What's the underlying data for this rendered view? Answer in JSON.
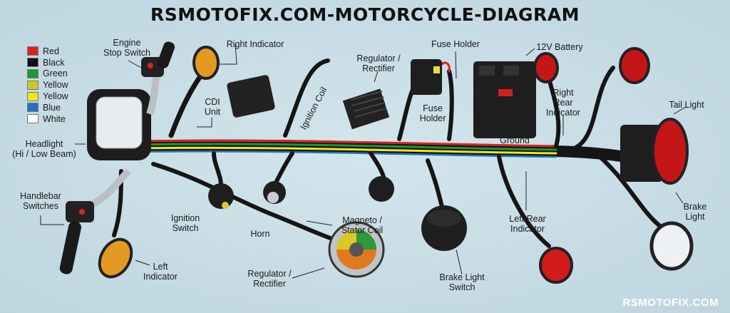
{
  "title": "RSMOTOFIX.COM-MOTORCYCLE-DIAGRAM",
  "legend": [
    {
      "label": "Red",
      "color": "#e02020"
    },
    {
      "label": "Black",
      "color": "#111111"
    },
    {
      "label": "Green",
      "color": "#169a3c"
    },
    {
      "label": "Yellow",
      "color": "#c8c82a"
    },
    {
      "label": "Yellow",
      "color": "#f5e514"
    },
    {
      "label": "Blue",
      "color": "#1f72c6"
    },
    {
      "label": "White",
      "color": "#ffffff"
    }
  ],
  "labels": {
    "engine_stop_switch": [
      "Engine",
      "Stop Switch"
    ],
    "right_indicator": "Right Indicator",
    "cdi_unit": [
      "CDI",
      "Unit"
    ],
    "regulator_top": [
      "Regulator /",
      "Rectifier"
    ],
    "ignition_coil": "Ignition Coil",
    "fuse_holder_top": "Fuse Holder",
    "battery": "12V Battery",
    "fuse_holder": [
      "Fuse",
      "Holder"
    ],
    "ground": "Ground",
    "right_rear_indicator": [
      "Right",
      "Rear",
      "Indicator"
    ],
    "tail_light": "Tail Light",
    "headlight": [
      "Headlight",
      "(Hi / Low Beam)"
    ],
    "handlebar_switches": [
      "Handlebar",
      "Switches"
    ],
    "ignition_switch": [
      "Ignition",
      "Switch"
    ],
    "horn": "Horn",
    "magneto": [
      "Magneto /",
      "Stator Coil"
    ],
    "left_rear_indicator": [
      "Left Rear",
      "Indicator"
    ],
    "brake_light": [
      "Brake",
      "Light"
    ],
    "left_indicator": [
      "Left",
      "Indicator"
    ],
    "regulator_bottom": [
      "Regulator /",
      "Rectifier"
    ],
    "brake_light_switch": [
      "Brake Light",
      "Switch"
    ]
  },
  "watermark": "RSMOTOFIX.COM"
}
